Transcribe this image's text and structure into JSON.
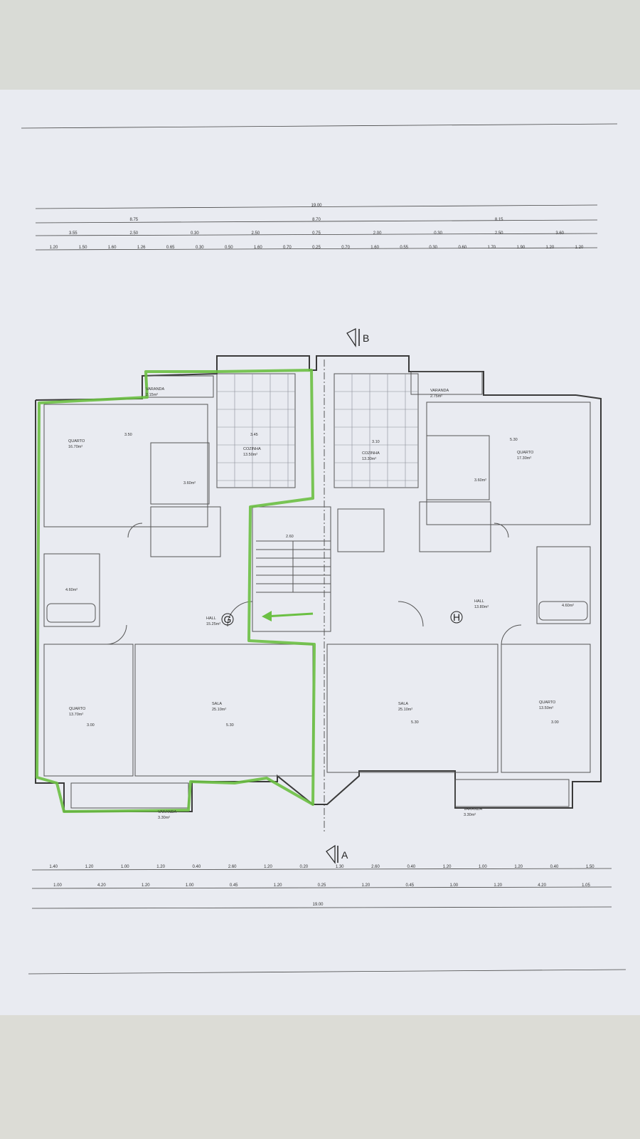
{
  "top_dims": {
    "overall": "19.00",
    "row2": [
      "8.75",
      "8.70",
      "8.15"
    ],
    "row3": [
      "3.55",
      "2.50",
      "0.30",
      "2.50",
      "0.75",
      "2.00",
      "0.30",
      "2.50",
      "3.60"
    ],
    "row4": [
      "1.20",
      "1.50",
      "1.60",
      "1.26",
      "0.65",
      "0.30",
      "0.50",
      "1.60",
      "0.70",
      "0.25",
      "0.70",
      "1.60",
      "0.55",
      "0.30",
      "0.60",
      "1.70",
      "1.90",
      "1.20",
      "1.20"
    ]
  },
  "bottom_dims": {
    "row1": [
      "1.40",
      "1.20",
      "1.00",
      "1.20",
      "0.40",
      "2.60",
      "1.20",
      "0.20",
      "1.30",
      "2.60",
      "0.40",
      "1.20",
      "1.00",
      "1.20",
      "0.40",
      "1.50"
    ],
    "row2": [
      "1.00",
      "4.20",
      "1.20",
      "1.00",
      "0.45",
      "1.20",
      "0.25",
      "1.20",
      "0.45",
      "1.00",
      "1.20",
      "4.20",
      "1.05"
    ],
    "overall": "19.00"
  },
  "section_markers": {
    "top": "B",
    "bottom": "A"
  },
  "unit_markers": {
    "left": "G",
    "right": "H"
  },
  "rooms": {
    "left": {
      "varanda_top": {
        "name": "VARANDA",
        "area": "2.15m²"
      },
      "quarto_top": {
        "name": "QUARTO",
        "area": "16.70m²",
        "dim": "3.50"
      },
      "cozinha": {
        "name": "COZINHA",
        "area": "13.50m²",
        "dim": "3.45"
      },
      "wc_top": {
        "area": "3.60m²"
      },
      "wc_bath": {
        "area": "4.60m²"
      },
      "hall": {
        "name": "HALL",
        "area": "15.25m²"
      },
      "quarto_bottom": {
        "name": "QUARTO",
        "area": "13.70m²",
        "dim": "3.00"
      },
      "sala": {
        "name": "SALA",
        "area": "25.10m²",
        "dim": "5.30"
      },
      "varanda_bottom": {
        "name": "VARANDA",
        "area": "3.30m²"
      }
    },
    "right": {
      "varanda_top": {
        "name": "VARANDA",
        "area": "2.75m²"
      },
      "quarto_top": {
        "name": "QUARTO",
        "area": "17.30m²",
        "dim": "5.30"
      },
      "cozinha": {
        "name": "COZINHA",
        "area": "13.30m²",
        "dim": "3.10"
      },
      "wc_top": {
        "area": "3.60m²"
      },
      "wc_bath": {
        "area": "4.60m²"
      },
      "hall": {
        "name": "HALL",
        "area": "13.80m²"
      },
      "quarto_bottom": {
        "name": "QUARTO",
        "area": "13.50m²",
        "dim": "3.00"
      },
      "sala": {
        "name": "SALA",
        "area": "25.10m²",
        "dim": "5.30"
      },
      "varanda_bottom": {
        "name": "VARANDA",
        "area": "3.30m²"
      }
    },
    "stair": {
      "dim": "2.60"
    }
  },
  "colors": {
    "highlight": "#6bc043",
    "paper": "#e9ebf1",
    "ink": "#3a3a3a"
  }
}
